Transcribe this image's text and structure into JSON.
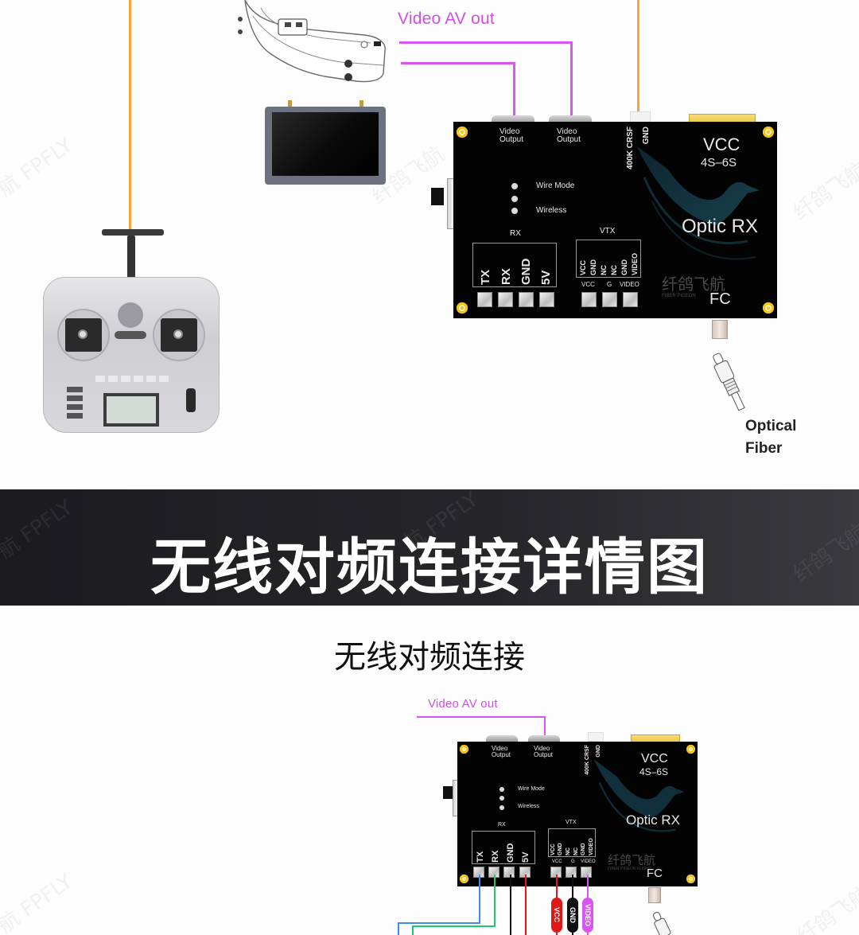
{
  "top_diagram": {
    "video_av_label": "Video AV out",
    "board": {
      "video_output_1": "Video\nOutput",
      "video_output_2": "Video\nOutput",
      "crsf_label": "400K CRSF",
      "gnd_label": "GND",
      "vcc_label": "VCC",
      "voltage_label": "4S–6S",
      "product_name": "Optic RX",
      "wire_mode_label": "Wire Mode",
      "wireless_label": "Wireless",
      "rx_header": "RX",
      "rx_pins": [
        "TX",
        "RX",
        "GND",
        "5V"
      ],
      "vtx_header": "VTX",
      "vtx_pins": [
        "VCC",
        "GND",
        "NC",
        "NC",
        "GND",
        "VIDEO"
      ],
      "vtx_pad_labels": [
        "VCC",
        "G",
        "VIDEO"
      ],
      "brand_cn": "纤鸽飞航",
      "brand_en": "FIBER PIGEON",
      "fc_label": "FC"
    },
    "optical_fiber_label": [
      "Optical",
      "Fiber"
    ]
  },
  "banner": {
    "title": "无线对频连接详情图"
  },
  "bottom_diagram": {
    "subtitle": "无线对频连接",
    "video_av_label": "Video AV out",
    "board": {
      "video_output_1": "Video\nOutput",
      "video_output_2": "Video\nOutput",
      "crsf_label": "400K CRSF",
      "gnd_label": "GND",
      "vcc_label": "VCC",
      "voltage_label": "4S–6S",
      "product_name": "Optic RX",
      "wire_mode_label": "Wire Mode",
      "wireless_label": "Wireless",
      "rx_header": "RX",
      "rx_pins": [
        "TX",
        "RX",
        "GND",
        "5V"
      ],
      "vtx_header": "VTX",
      "vtx_pins": [
        "VCC",
        "GND",
        "NC",
        "NC",
        "GND",
        "VIDEO"
      ],
      "vtx_pad_labels": [
        "VCC",
        "G",
        "VIDEO"
      ],
      "brand_cn": "纤鸽飞航",
      "brand_en": "FIBER PIGEON FLIGHT",
      "fc_label": "FC"
    },
    "sleeves": [
      "VCC",
      "GND",
      "VIDEO"
    ]
  },
  "watermarks": [
    "航 FPFLY",
    "纤鸽飞航"
  ],
  "colors": {
    "orange_wire": "#f5a53a",
    "magenta_wire": "#d755f0",
    "blue_wire": "#3a8cf5",
    "green_wire": "#1fc86a",
    "red_wire": "#e01818",
    "black_wire": "#111111",
    "banner_bg": "#1d1d22"
  }
}
